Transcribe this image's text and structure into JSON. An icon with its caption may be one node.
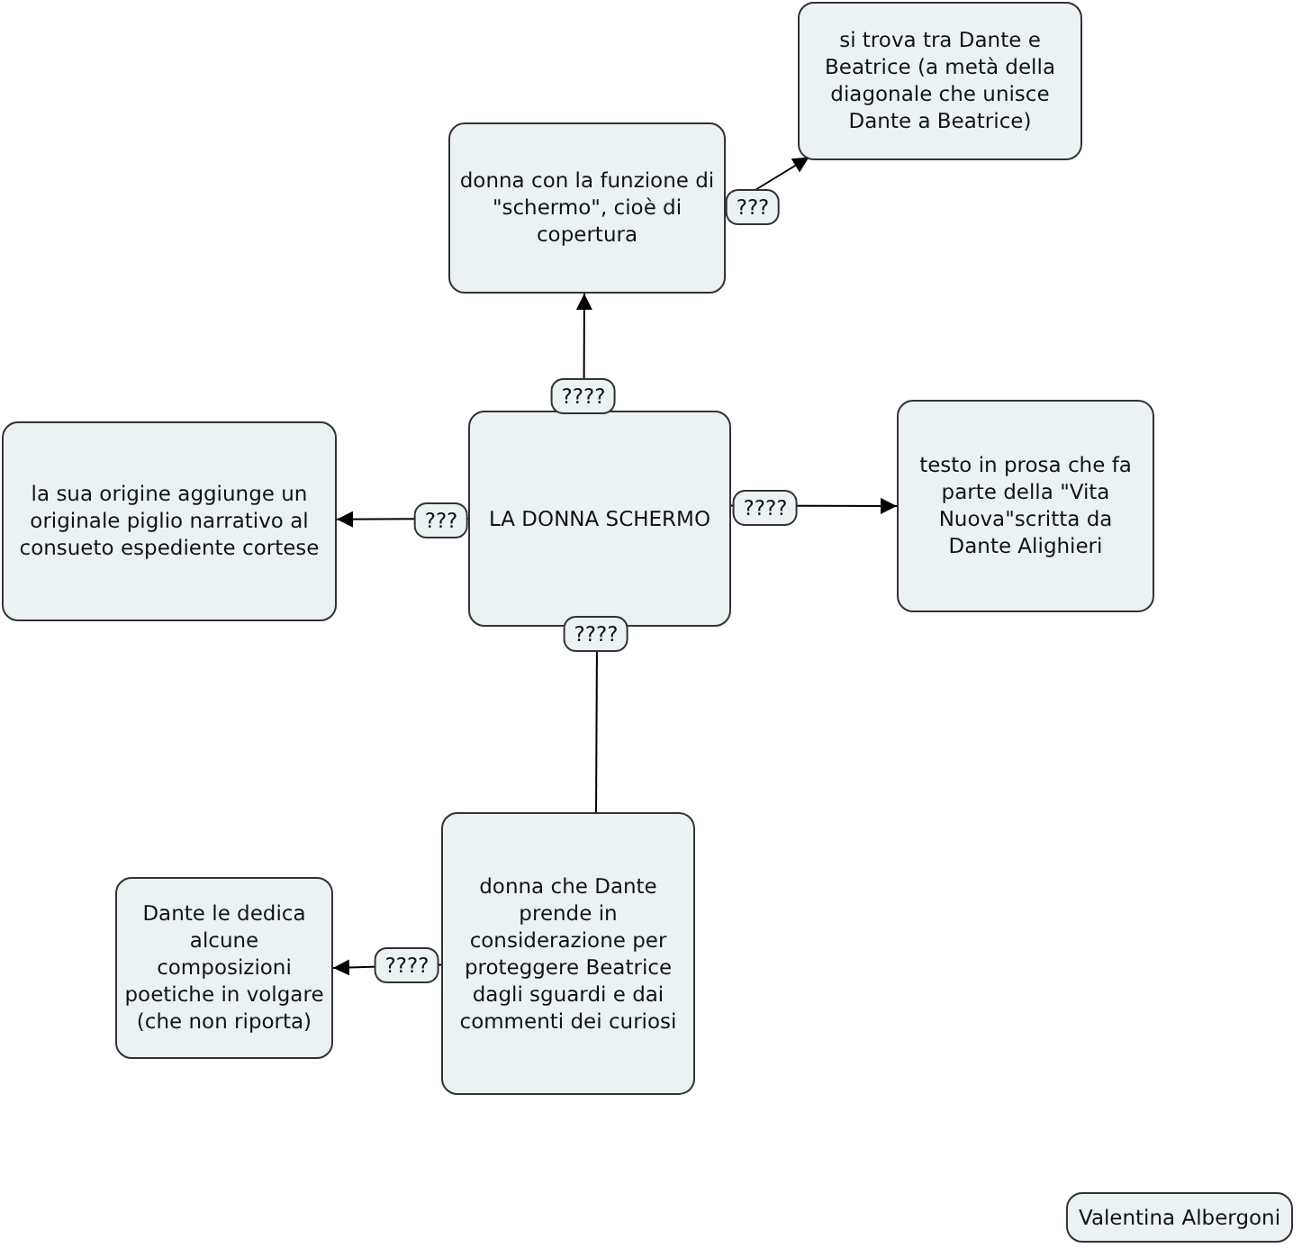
{
  "diagram": {
    "nodes": [
      {
        "text": [
          "si trova tra Dante e Beatrice (a metà della diagonale che unisce Dante a Beatrice)"
        ]
      },
      {
        "text": [
          "donna con la funzione di \"schermo\", cioè di copertura"
        ]
      },
      {
        "text": [
          "LA DONNA SCHERMO"
        ]
      },
      {
        "text": [
          "la sua origine aggiunge un originale piglio narrativo al consueto espediente cortese"
        ]
      },
      {
        "text": [
          "testo in prosa che fa parte della \"Vita Nuova\"scritta da Dante Alighieri"
        ]
      },
      {
        "text": [
          "donna che Dante prende in considerazione per proteggere Beatrice dagli sguardi e dai commenti dei curiosi"
        ]
      },
      {
        "text": [
          "Dante le dedica alcune composizioni poetiche in volgare (che non riporta)"
        ]
      },
      {
        "text": [
          "Valentina Albergoni"
        ]
      }
    ],
    "edges": [
      {
        "from": 2,
        "to": 1,
        "arrow": "to",
        "label": "????"
      },
      {
        "from": 1,
        "to": 0,
        "arrow": "to",
        "label": "???"
      },
      {
        "from": 2,
        "to": 3,
        "arrow": "to",
        "label": "???"
      },
      {
        "from": 2,
        "to": 4,
        "arrow": "to",
        "label": "????"
      },
      {
        "from": 2,
        "to": 5,
        "arrow": "none",
        "label": "????"
      },
      {
        "from": 5,
        "to": 6,
        "arrow": "to",
        "label": "????"
      }
    ]
  }
}
